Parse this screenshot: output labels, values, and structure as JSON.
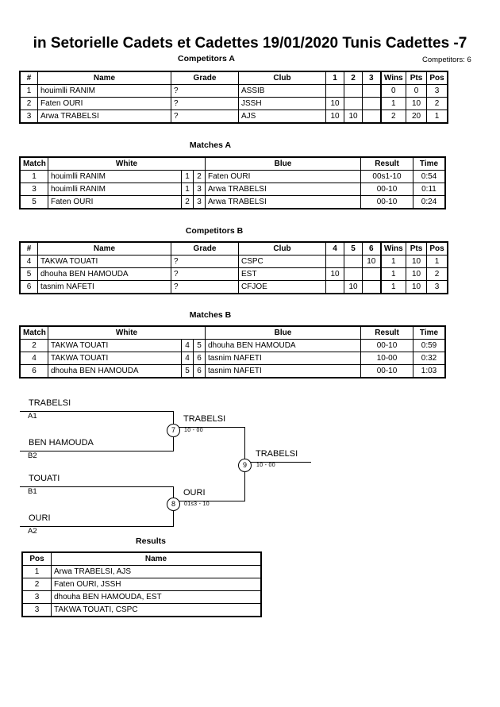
{
  "header": {
    "title": "in Setorielle Cadets et Cadettes  19/01/2020  Tunis   Cadettes -7",
    "competitors_count": "Competitors: 6"
  },
  "captions": {
    "competitors_a": "Competitors A",
    "matches_a": "Matches A",
    "competitors_b": "Competitors B",
    "matches_b": "Matches B",
    "results": "Results"
  },
  "competitors_table": {
    "headers": {
      "num": "#",
      "name": "Name",
      "grade": "Grade",
      "club": "Club",
      "wins": "Wins",
      "pts": "Pts",
      "pos": "Pos"
    }
  },
  "pool_a": {
    "opponent_headers": [
      "1",
      "2",
      "3"
    ],
    "rows": [
      {
        "num": "1",
        "name": "houimlli RANIM",
        "grade": "?",
        "club": "ASSIB",
        "scores": [
          "",
          "",
          ""
        ],
        "wins": "0",
        "pts": "0",
        "pos": "3"
      },
      {
        "num": "2",
        "name": "Faten OURI",
        "grade": "?",
        "club": "JSSH",
        "scores": [
          "10",
          "",
          ""
        ],
        "wins": "1",
        "pts": "10",
        "pos": "2"
      },
      {
        "num": "3",
        "name": "Arwa TRABELSI",
        "grade": "?",
        "club": "AJS",
        "scores": [
          "10",
          "10",
          ""
        ],
        "wins": "2",
        "pts": "20",
        "pos": "1"
      }
    ]
  },
  "pool_b": {
    "opponent_headers": [
      "4",
      "5",
      "6"
    ],
    "rows": [
      {
        "num": "4",
        "name": "TAKWA TOUATI",
        "grade": "?",
        "club": "CSPC",
        "scores": [
          "",
          "",
          "10"
        ],
        "wins": "1",
        "pts": "10",
        "pos": "1"
      },
      {
        "num": "5",
        "name": "dhouha BEN HAMOUDA",
        "grade": "?",
        "club": "EST",
        "scores": [
          "10",
          "",
          ""
        ],
        "wins": "1",
        "pts": "10",
        "pos": "2"
      },
      {
        "num": "6",
        "name": "tasnim NAFETI",
        "grade": "?",
        "club": "CFJOE",
        "scores": [
          "",
          "10",
          ""
        ],
        "wins": "1",
        "pts": "10",
        "pos": "3"
      }
    ]
  },
  "matches_table": {
    "headers": {
      "match": "Match",
      "white": "White",
      "blue": "Blue",
      "result": "Result",
      "time": "Time"
    }
  },
  "matches_a": {
    "rows": [
      {
        "match": "1",
        "white": "houimlli RANIM",
        "white_num": "1",
        "blue_num": "2",
        "blue": "Faten OURI",
        "result": "00s1-10",
        "time": "0:54"
      },
      {
        "match": "3",
        "white": "houimlli RANIM",
        "white_num": "1",
        "blue_num": "3",
        "blue": "Arwa TRABELSI",
        "result": "00-10",
        "time": "0:11"
      },
      {
        "match": "5",
        "white": "Faten OURI",
        "white_num": "2",
        "blue_num": "3",
        "blue": "Arwa TRABELSI",
        "result": "00-10",
        "time": "0:24"
      }
    ]
  },
  "matches_b": {
    "rows": [
      {
        "match": "2",
        "white": "TAKWA TOUATI",
        "white_num": "4",
        "blue_num": "5",
        "blue": "dhouha BEN HAMOUDA",
        "result": "00-10",
        "time": "0:59"
      },
      {
        "match": "4",
        "white": "TAKWA TOUATI",
        "white_num": "4",
        "blue_num": "6",
        "blue": "tasnim NAFETI",
        "result": "10-00",
        "time": "0:32"
      },
      {
        "match": "6",
        "white": "dhouha BEN HAMOUDA",
        "white_num": "5",
        "blue_num": "6",
        "blue": "tasnim NAFETI",
        "result": "00-10",
        "time": "1:03"
      }
    ]
  },
  "bracket": {
    "entrants": [
      {
        "name": "TRABELSI",
        "seed": "A1"
      },
      {
        "name": "BEN HAMOUDA",
        "seed": "B2"
      },
      {
        "name": "TOUATI",
        "seed": "B1"
      },
      {
        "name": "OURI",
        "seed": "A2"
      }
    ],
    "semifinals": [
      {
        "node": "7",
        "winner": "TRABELSI",
        "score": "10 - 00"
      },
      {
        "node": "8",
        "winner": "OURI",
        "score": "01s3 - 10"
      }
    ],
    "final": {
      "node": "9",
      "winner": "TRABELSI",
      "score": "10 - 00"
    }
  },
  "results": {
    "headers": {
      "pos": "Pos",
      "name": "Name"
    },
    "rows": [
      {
        "pos": "1",
        "name": "Arwa TRABELSI, AJS"
      },
      {
        "pos": "2",
        "name": "Faten OURI, JSSH"
      },
      {
        "pos": "3",
        "name": "dhouha BEN HAMOUDA, EST"
      },
      {
        "pos": "3",
        "name": "TAKWA TOUATI, CSPC"
      }
    ]
  }
}
